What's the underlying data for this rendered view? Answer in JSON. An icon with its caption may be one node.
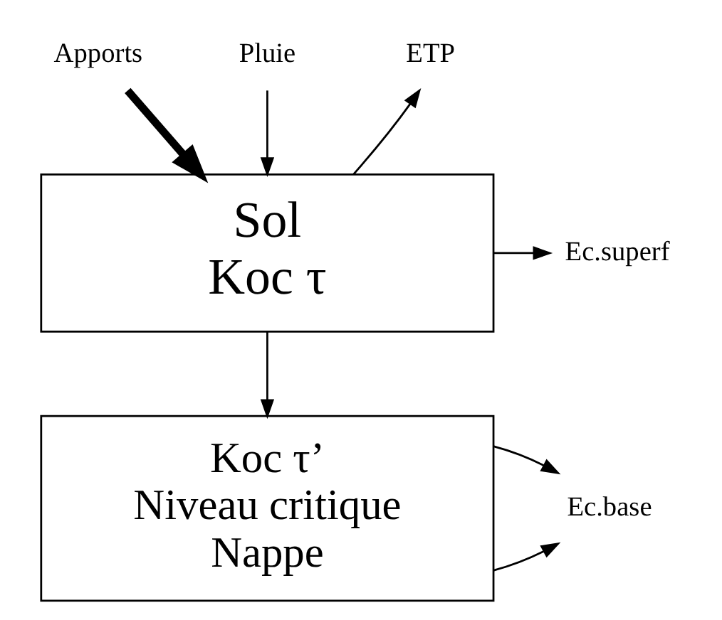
{
  "diagram": {
    "nodes": [
      {
        "text": [
          "Apports"
        ]
      },
      {
        "text": [
          "Pluie"
        ]
      },
      {
        "text": [
          "ETP"
        ]
      },
      {
        "text": [
          "Sol",
          "Koc τ"
        ]
      },
      {
        "text": [
          "Ec.superf"
        ]
      },
      {
        "text": [
          "Koc τ’",
          "Niveau critique",
          "Nappe"
        ]
      },
      {
        "text": [
          "Ec.base"
        ]
      }
    ],
    "edges": [
      {
        "from": 0,
        "to": 3,
        "arrow": "to",
        "style": "thick"
      },
      {
        "from": 1,
        "to": 3,
        "arrow": "to"
      },
      {
        "from": 3,
        "to": 2,
        "arrow": "to"
      },
      {
        "from": 3,
        "to": 4,
        "arrow": "to"
      },
      {
        "from": 3,
        "to": 5,
        "arrow": "to"
      },
      {
        "from": 5,
        "to": 6,
        "arrow": "to"
      },
      {
        "from": 5,
        "to": 6,
        "arrow": "to"
      }
    ]
  }
}
